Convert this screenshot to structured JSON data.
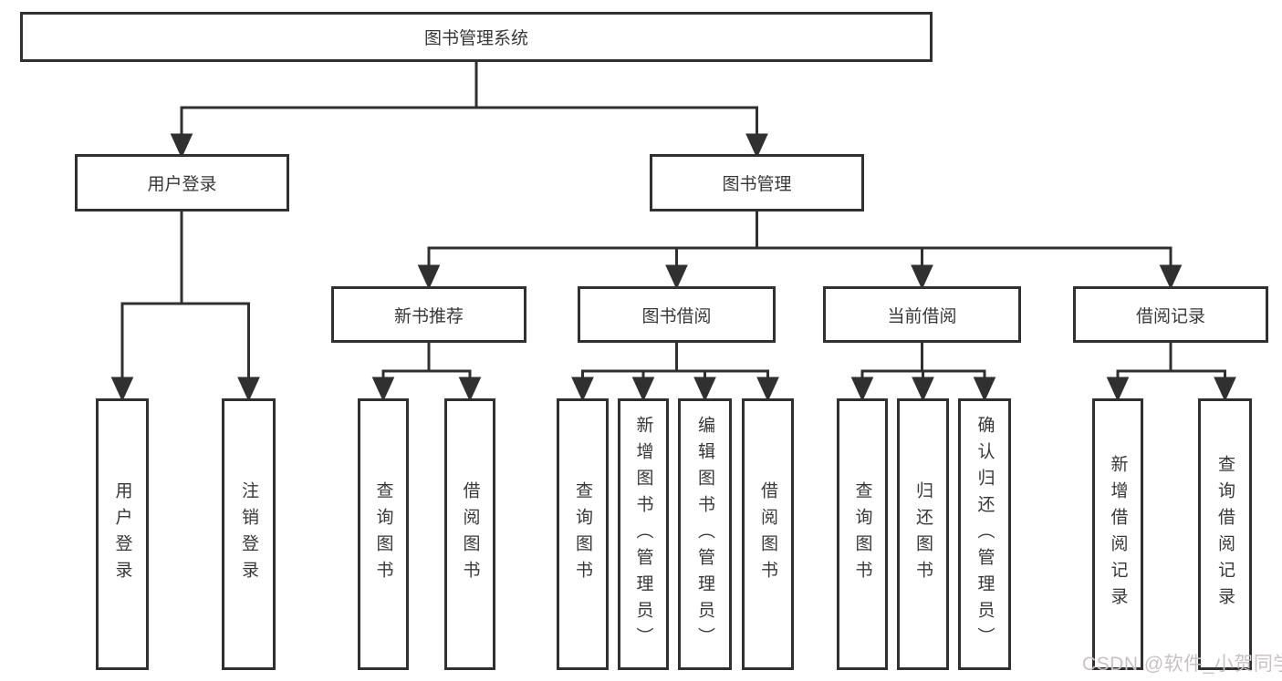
{
  "tree": {
    "root": {
      "label": "图书管理系统",
      "children": [
        {
          "label": "用户登录",
          "children": [
            {
              "label": "用户登录"
            },
            {
              "label": "注销登录"
            }
          ]
        },
        {
          "label": "图书管理",
          "children": [
            {
              "label": "新书推荐",
              "children": [
                {
                  "label": "查询图书"
                },
                {
                  "label": "借阅图书"
                }
              ]
            },
            {
              "label": "图书借阅",
              "children": [
                {
                  "label": "查询图书"
                },
                {
                  "label": "新增图书（管理员）"
                },
                {
                  "label": "编辑图书（管理员）"
                },
                {
                  "label": "借阅图书"
                }
              ]
            },
            {
              "label": "当前借阅",
              "children": [
                {
                  "label": "查询图书"
                },
                {
                  "label": "归还图书"
                },
                {
                  "label": "确认归还（管理员）"
                }
              ]
            },
            {
              "label": "借阅记录",
              "children": [
                {
                  "label": "新增借阅记录"
                },
                {
                  "label": "查询借阅记录"
                }
              ]
            }
          ]
        }
      ]
    }
  },
  "watermark": {
    "text": "CSDN @软件_小贺同学",
    "color": "#c8c2c2"
  },
  "colors": {
    "line": "#303030",
    "text": "#383838",
    "background": "#ffffff"
  }
}
